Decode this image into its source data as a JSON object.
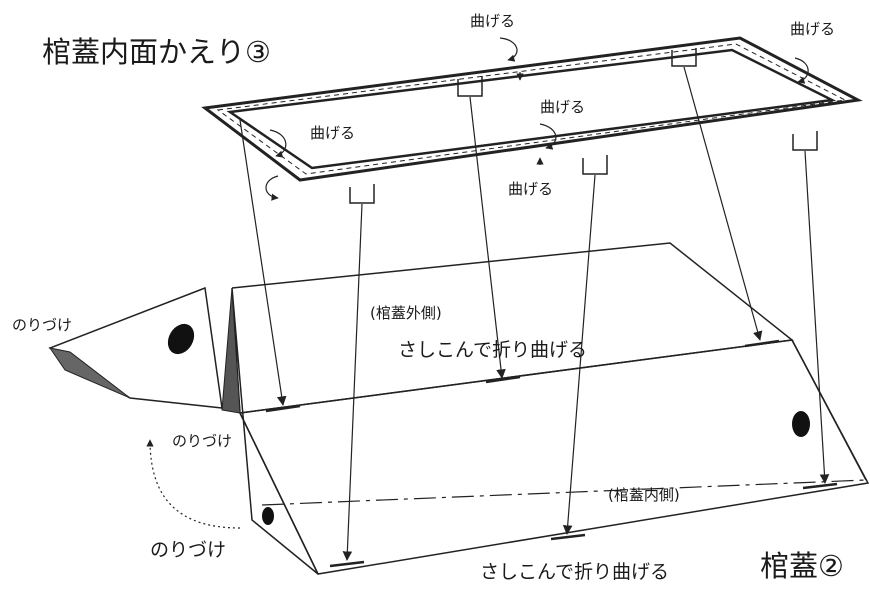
{
  "diagram": {
    "title": "棺蓋内面かえり③",
    "bend_label": "曲げる",
    "glue_label": "のりづけ",
    "outer_side_label": "(棺蓋外側)",
    "inner_side_label": "(棺蓋内側)",
    "insert_fold_label": "さしこんで折り曲げる",
    "lid_label": "棺蓋②"
  }
}
